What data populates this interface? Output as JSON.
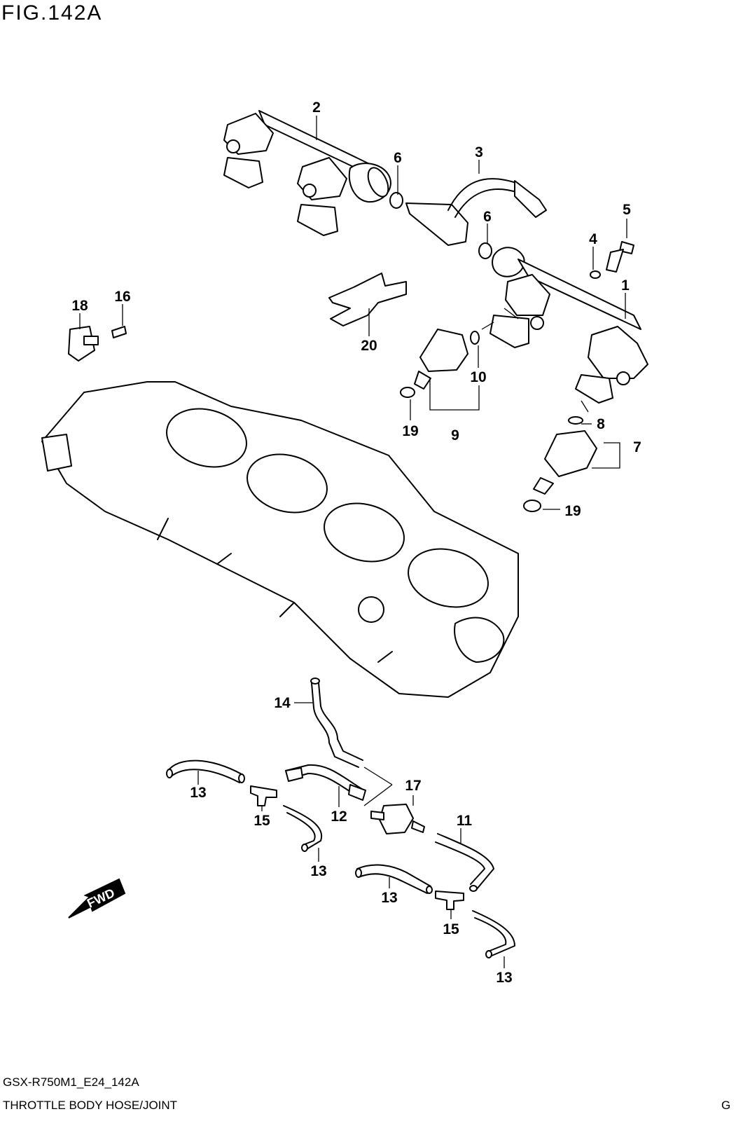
{
  "figure_title": "FIG.142A",
  "model_code": "GSX-R750M1_E24_142A",
  "section_title": "THROTTLE BODY HOSE/JOINT",
  "corner_mark": "G",
  "fwd_label": "FWD",
  "callouts": [
    "2",
    "6",
    "3",
    "6",
    "5",
    "4",
    "1",
    "16",
    "18",
    "20",
    "10",
    "19",
    "9",
    "8",
    "7",
    "19",
    "14",
    "17",
    "13",
    "15",
    "12",
    "11",
    "13",
    "13",
    "15",
    "13"
  ]
}
